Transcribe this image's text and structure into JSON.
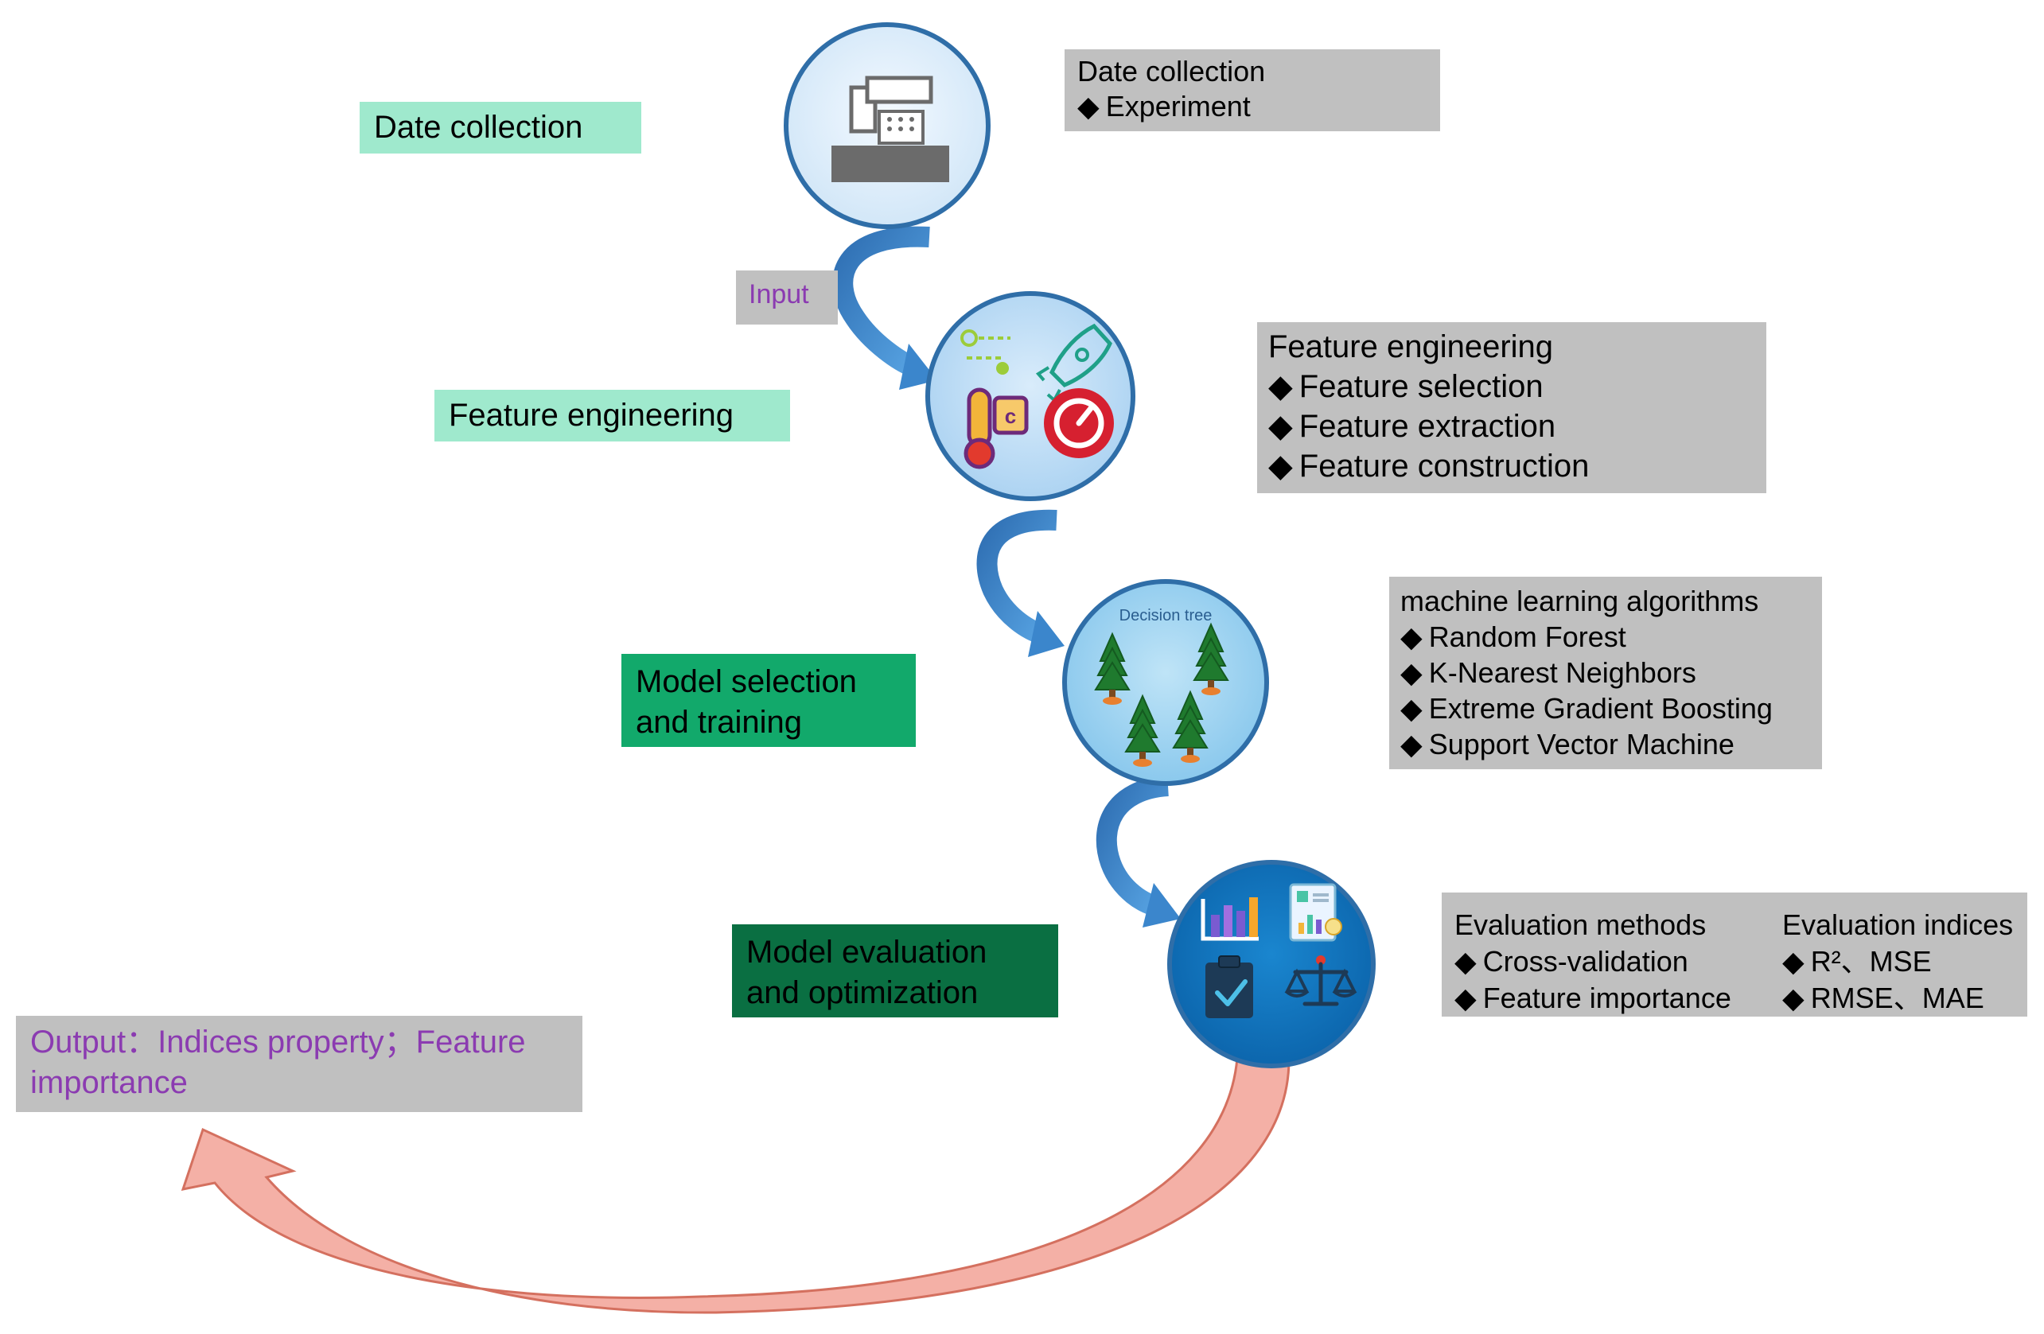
{
  "stages": {
    "data_collection": {
      "label": "Date collection"
    },
    "feature_engineering": {
      "label": "Feature engineering"
    },
    "model_selection": {
      "label_line1": "Model selection",
      "label_line2": "and training"
    },
    "model_evaluation": {
      "label_line1": "Model evaluation",
      "label_line2": "and optimization"
    }
  },
  "input_tag": "Input",
  "output_tag": {
    "line1": "Output：Indices property；Feature",
    "line2": "importance"
  },
  "info_boxes": {
    "data_collection": {
      "title": "Date collection",
      "items": [
        "Experiment"
      ]
    },
    "feature_engineering": {
      "title": "Feature engineering",
      "items": [
        "Feature selection",
        "Feature extraction",
        "Feature construction"
      ]
    },
    "ml_algorithms": {
      "title": "machine learning algorithms",
      "items": [
        "Random Forest",
        "K-Nearest Neighbors",
        "Extreme Gradient Boosting",
        "Support Vector Machine"
      ]
    },
    "evaluation": {
      "methods_title": "Evaluation methods",
      "methods": [
        "Cross-validation",
        "Feature importance"
      ],
      "indices_title": "Evaluation indices",
      "indices": [
        "R²、MSE",
        "RMSE、MAE"
      ]
    }
  },
  "circle_captions": {
    "decision_tree": "Decision tree"
  },
  "bullet_symbol": "◆",
  "icons": {
    "circle1": "cash-register-icon",
    "circle2": [
      "path-route-icon",
      "rocket-icon",
      "thermometer-icon",
      "gauge-icon"
    ],
    "circle3": "pine-tree-icon",
    "circle4": [
      "bar-chart-icon",
      "report-icon",
      "clipboard-check-icon",
      "balance-scale-icon"
    ]
  },
  "colors": {
    "flow_arrow": "#3b86cc",
    "output_arrow_fill": "#f4b0a6",
    "output_arrow_stroke": "#d4705f",
    "label_light": "#9fe9cd",
    "label_mid": "#12a96b",
    "label_dark": "#0a6f42",
    "info_box_bg": "#c0c0c0",
    "tag_text": "#8b3bb1"
  }
}
